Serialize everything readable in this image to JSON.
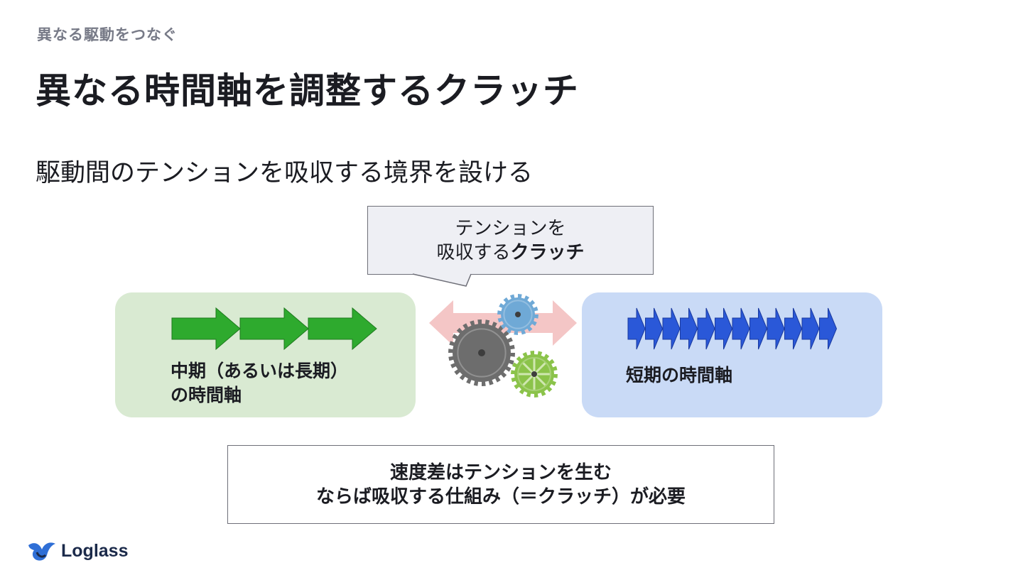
{
  "header": {
    "eyebrow": "異なる駆動をつなぐ",
    "title": "異なる時間軸を調整するクラッチ",
    "subtitle": "駆動間のテンションを吸収する境界を設ける"
  },
  "callout": {
    "line1": "テンションを",
    "line2_prefix": "吸収する",
    "line2_bold": "クラッチ"
  },
  "left_panel": {
    "label_line1": "中期（あるいは長期）",
    "label_line2": "の時間軸",
    "arrow_count": 3
  },
  "right_panel": {
    "label": "短期の時間軸",
    "arrow_count": 12
  },
  "bottom_box": {
    "line1": "速度差はテンションを生む",
    "line2": "ならば吸収する仕組み（＝クラッチ）が必要"
  },
  "footer": {
    "logo_text": "Loglass"
  },
  "colors": {
    "left_panel_bg": "#d9ead2",
    "right_panel_bg": "#c9daf6",
    "green_arrow": "#2eaa2e",
    "blue_arrow": "#2a58d8",
    "gear_gray": "#6d6d6d",
    "gear_blue": "#6fa9d6",
    "gear_green": "#8bc34a",
    "double_arrow": "#f4c6c6",
    "brand_navy": "#1b2a4a",
    "brand_blue": "#2f6fd6"
  }
}
